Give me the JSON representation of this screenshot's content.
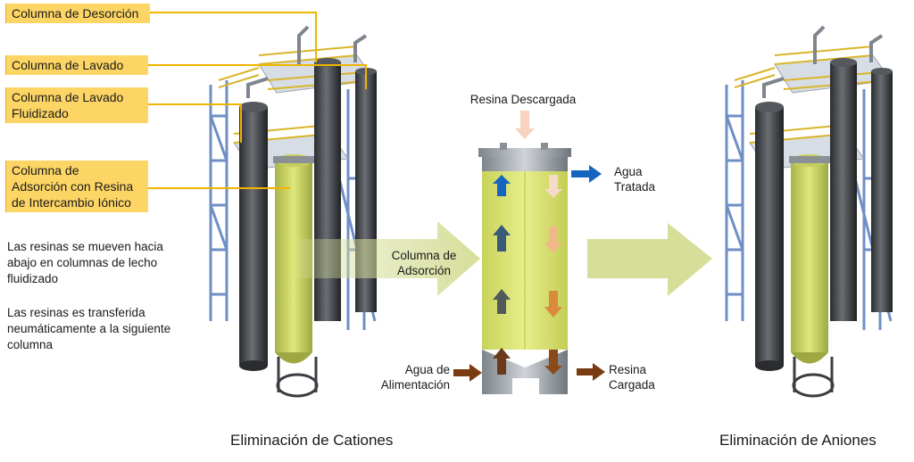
{
  "callouts": {
    "desorcion": "Columna de Desorción",
    "lavado": "Columna de Lavado",
    "lavado_fluidizado_1": "Columna de Lavado",
    "lavado_fluidizado_2": "Fluidizado",
    "adsorcion_1": "Columna de",
    "adsorcion_2": "Adsorción con Resina",
    "adsorcion_3": "de Intercambio Iónico"
  },
  "notes": {
    "note1_l1": "Las resinas se mueven hacia",
    "note1_l2": "abajo en columnas de lecho",
    "note1_l3": "fluidizado",
    "note2_l1": "Las resinas es transferida",
    "note2_l2": "neumáticamente a la siguiente",
    "note2_l3": "columna"
  },
  "center": {
    "arrow_label_1": "Columna de",
    "arrow_label_2": "Adsorción",
    "resina_descargada": "Resina Descargada",
    "agua_tratada_1": "Agua",
    "agua_tratada_2": "Tratada",
    "agua_alimentacion_1": "Agua de",
    "agua_alimentacion_2": "Alimentación",
    "resina_cargada_1": "Resina",
    "resina_cargada_2": "Cargada"
  },
  "captions": {
    "left": "Eliminación de Cationes",
    "right": "Eliminación de Aniones"
  },
  "colors": {
    "callout_bg": "#fdd565",
    "callout_line": "#f0b400",
    "resin": "#d9e36a",
    "arrow_green": "#d6de9a",
    "blue": "#1565c0",
    "brown": "#7a3b12",
    "steel": "#9aa1a8"
  }
}
